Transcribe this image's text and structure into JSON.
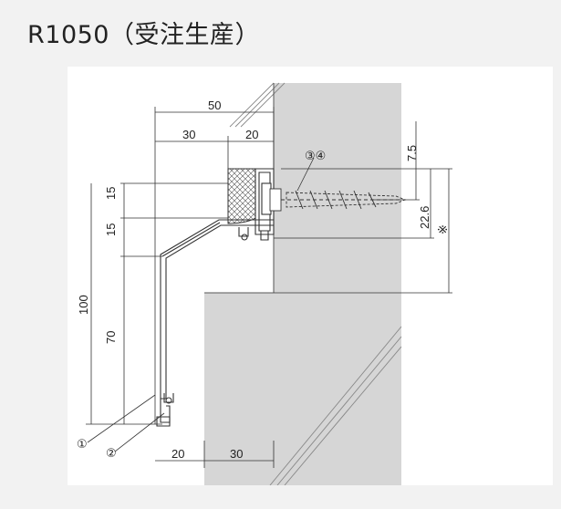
{
  "title": "R1050（受注生産）",
  "dimensions": {
    "top_overall": "50",
    "top_left": "30",
    "top_right": "20",
    "left_upper_15": "15",
    "left_lower_15": "15",
    "left_overall": "100",
    "left_70": "70",
    "right_7_5": "7.5",
    "right_22_6": "22.6",
    "right_mark": "※",
    "bottom_left": "20",
    "bottom_right": "30"
  },
  "callouts": {
    "part_3_4": "③④",
    "part_1": "①",
    "part_2": "②"
  },
  "colors": {
    "background": "#f2f2f2",
    "panel": "#ffffff",
    "wall": "#d6d6d6",
    "line": "#333333"
  }
}
